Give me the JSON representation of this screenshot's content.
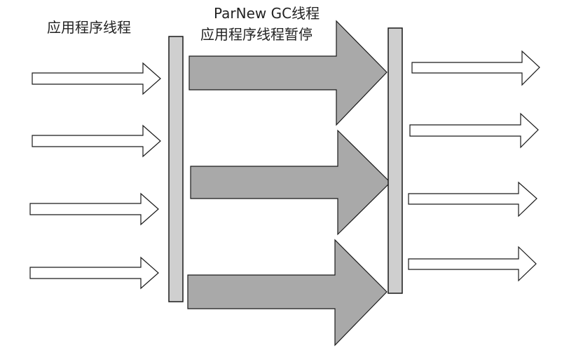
{
  "labels": {
    "app_threads": "应用程序线程",
    "gc_threads_line1": "ParNew GC线程",
    "gc_threads_line2": "应用程序线程暂停"
  },
  "colors": {
    "outline": "#1a1a1a",
    "gc_arrow_fill": "#a9a9a9",
    "barrier_fill": "#cfcfcf",
    "app_arrow_fill": "#ffffff",
    "background": "#ffffff"
  },
  "diagram": {
    "incoming_app_thread_arrows": 4,
    "gc_thread_arrows": 3,
    "outgoing_app_thread_arrows": 4,
    "barriers": 2
  }
}
